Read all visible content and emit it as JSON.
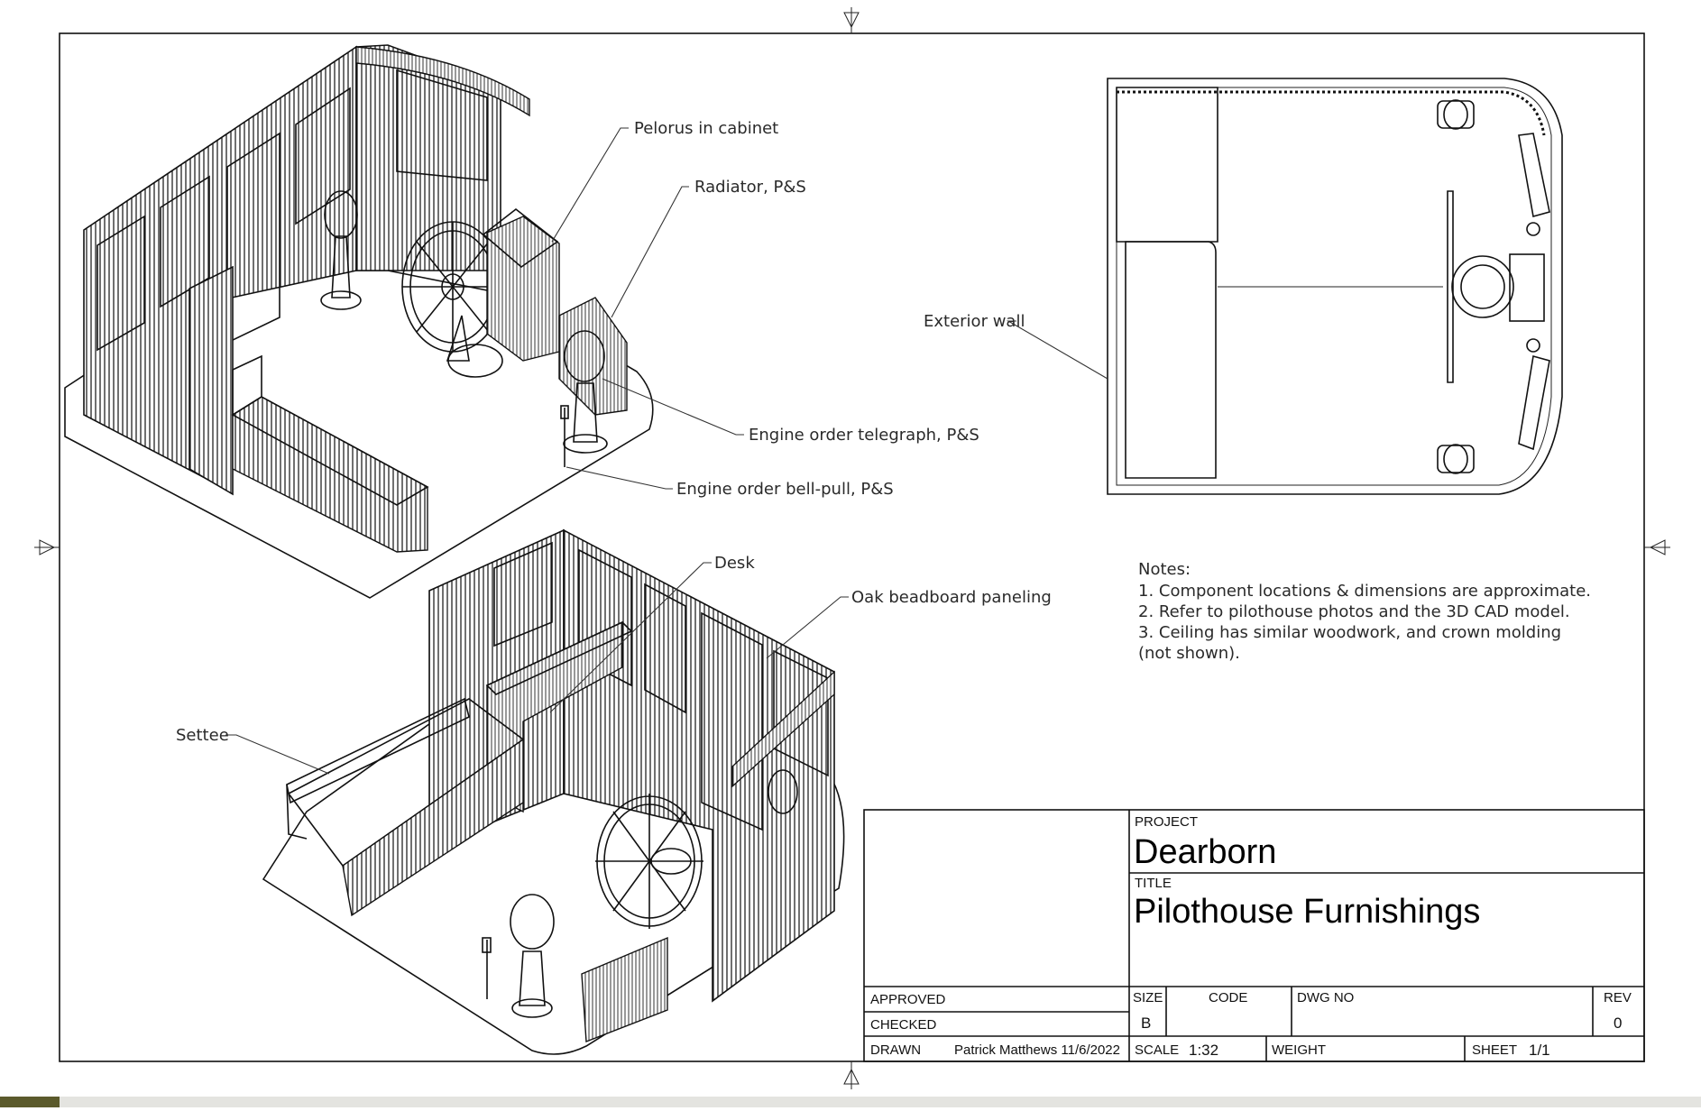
{
  "callouts": {
    "pelorus": "Pelorus in cabinet",
    "radiator": "Radiator, P&S",
    "exterior_wall": "Exterior wall",
    "telegraph": "Engine order telegraph, P&S",
    "bell_pull": "Engine order bell-pull, P&S",
    "desk": "Desk",
    "paneling": "Oak beadboard paneling",
    "settee": "Settee"
  },
  "notes": {
    "heading": "Notes:",
    "lines": [
      "1. Component locations & dimensions are approximate.",
      "2. Refer to pilothouse photos and the 3D CAD model.",
      "3. Ceiling has similar woodwork, and crown molding",
      "(not shown)."
    ]
  },
  "title_block": {
    "project_label": "PROJECT",
    "project": "Dearborn",
    "title_label": "TITLE",
    "title": "Pilothouse Furnishings",
    "approved_label": "APPROVED",
    "checked_label": "CHECKED",
    "drawn_label": "DRAWN",
    "drawn_by": "Patrick Matthews 11/6/2022",
    "size_label": "SIZE",
    "size": "B",
    "code_label": "CODE",
    "dwg_no_label": "DWG NO",
    "rev_label": "REV",
    "rev": "0",
    "scale_label": "SCALE",
    "scale": "1:32",
    "weight_label": "WEIGHT",
    "sheet_label": "SHEET",
    "sheet": "1/1"
  }
}
